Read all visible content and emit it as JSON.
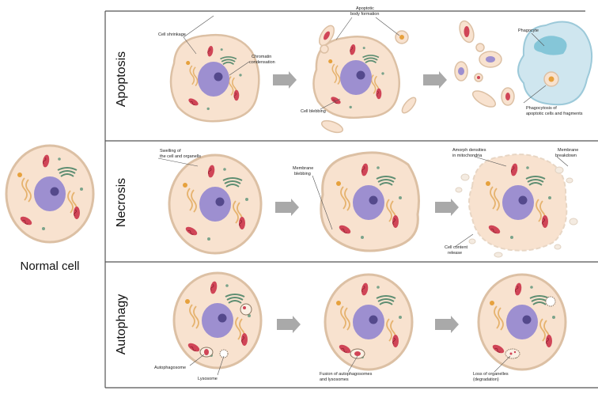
{
  "normal_cell_label": "Normal cell",
  "rows": {
    "apoptosis": {
      "title": "Apoptosis",
      "labels": {
        "cell_shrinkage": "Cell shrinkage",
        "chromatin_1": "Chromatin",
        "chromatin_2": "condensation",
        "apoptotic_body_1": "Apoptotic",
        "apoptotic_body_2": "body formation",
        "cell_blebbing": "Cell blebbing",
        "phagocyte": "Phagocyte",
        "phagocytosis_1": "Phagocytosis of",
        "phagocytosis_2": "apoptotic cells and fragments"
      }
    },
    "necrosis": {
      "title": "Necrosis",
      "labels": {
        "swelling_1": "Swelling of",
        "swelling_2": "the cell and organells",
        "membrane_blebbing_1": "Membrane",
        "membrane_blebbing_2": "blebbing",
        "amorph_1": "Amorph densities",
        "amorph_2": "in mitochondria",
        "membrane_breakdown_1": "Membrane",
        "membrane_breakdown_2": "breakdown",
        "content_release_1": "Cell content",
        "content_release_2": "release"
      }
    },
    "autophagy": {
      "title": "Autophagy",
      "labels": {
        "autophagosome": "Autophagosome",
        "lysosome": "Lysosome",
        "fusion_1": "Fusion of autophagosomes",
        "fusion_2": "and lysosomes",
        "loss_1": "Loss of organelles",
        "loss_2": "(degradation)"
      }
    }
  },
  "colors": {
    "cytoplasm": "#f8e2cf",
    "membrane": "#dcc0a4",
    "nucleus": "#9d8fd0",
    "nucleolus": "#54498c",
    "mitochondria": "#d04557",
    "golgi": "#5e8e72",
    "er": "#e6b36f",
    "arrow": "#a9a9a9",
    "phagocyte": "#cfe6ef",
    "phagocyte_nucleus": "#85c6d8",
    "frame": "#555555"
  }
}
